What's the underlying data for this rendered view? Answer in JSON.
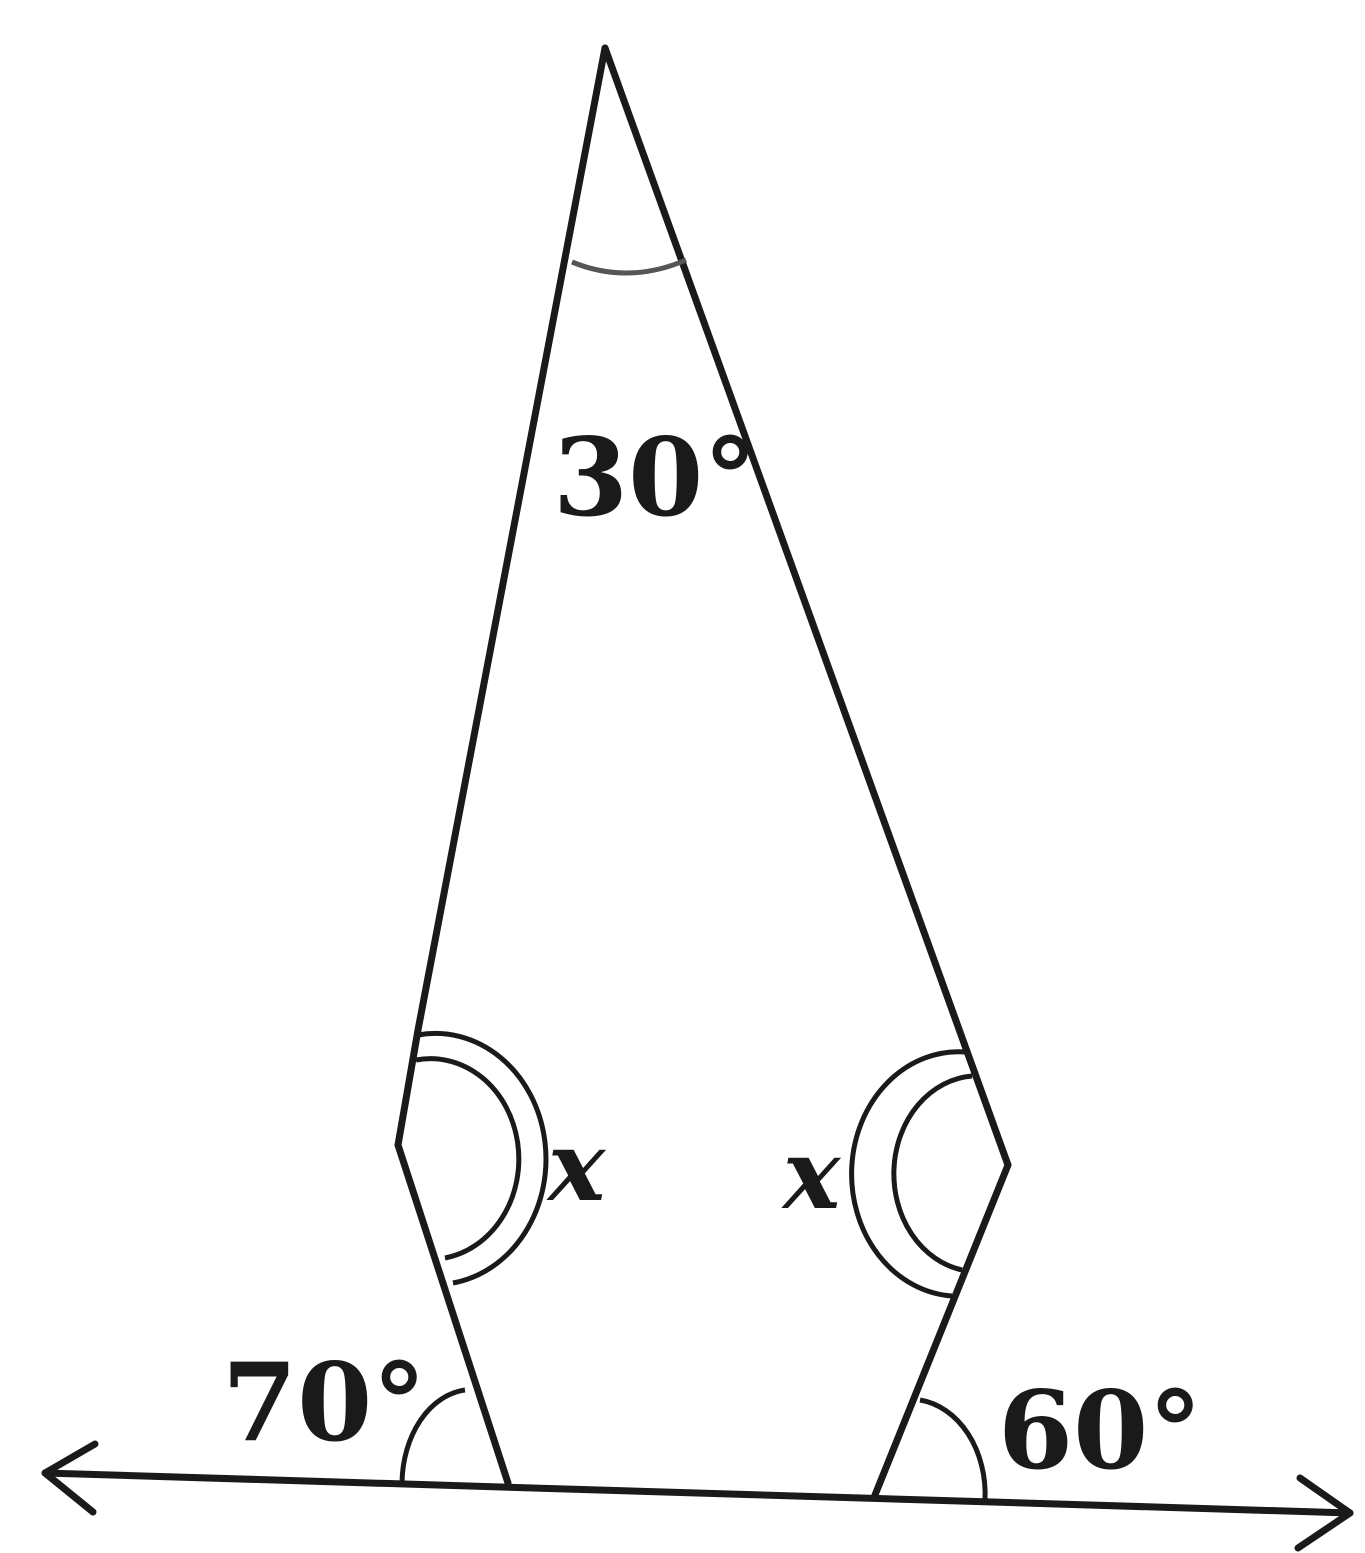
{
  "colors": {
    "ink": "#1a1a1a",
    "background": "#ffffff"
  },
  "angles": {
    "apex": "30°",
    "left_interior": "x",
    "right_interior": "x",
    "left_base": "70°",
    "right_base": "60°"
  }
}
